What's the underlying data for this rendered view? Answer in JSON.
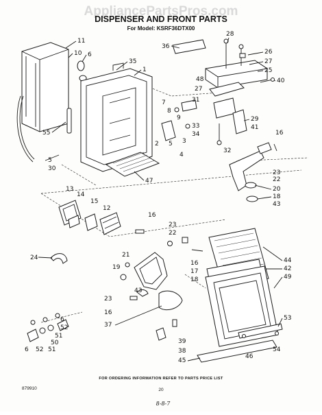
{
  "watermark": "AppliancePartsPros.com",
  "header": {
    "title": "DISPENSER AND FRONT PARTS",
    "model": "For Model: KSRF36DTX00"
  },
  "footer": {
    "doc_number": "879910",
    "page_number": "20",
    "order_note": "FOR ORDERING INFORMATION REFER TO PARTS PRICE LIST",
    "handwritten_code": "8-8-7"
  },
  "callouts": [
    "1",
    "2",
    "3",
    "4",
    "5",
    "6",
    "7",
    "8",
    "9",
    "10",
    "11",
    "12",
    "13",
    "14",
    "15",
    "16",
    "17",
    "18",
    "19",
    "20",
    "21",
    "22",
    "23",
    "24",
    "25",
    "26",
    "27",
    "28",
    "29",
    "30",
    "31",
    "32",
    "33",
    "34",
    "35",
    "36",
    "37",
    "38",
    "39",
    "40",
    "41",
    "42",
    "43",
    "44",
    "45",
    "46",
    "47",
    "48",
    "49",
    "50",
    "51",
    "52",
    "53",
    "54",
    "55"
  ]
}
